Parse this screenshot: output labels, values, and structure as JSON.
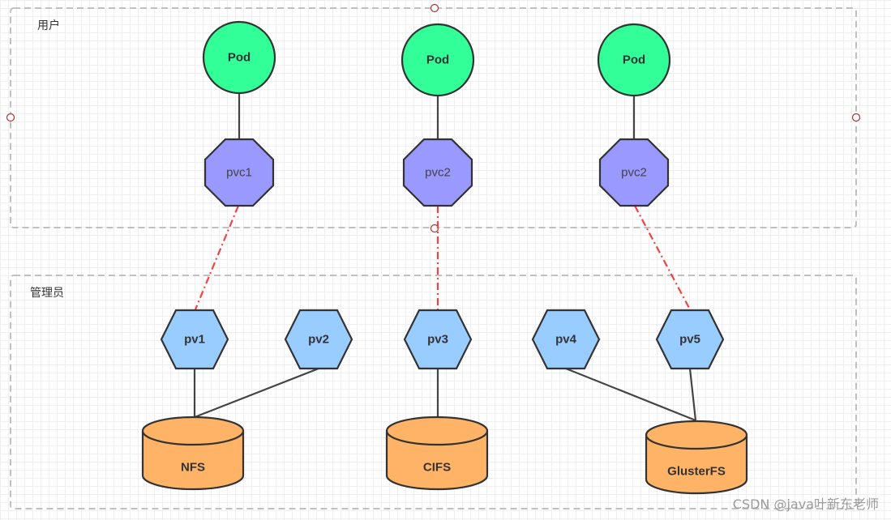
{
  "groups": {
    "user": {
      "label": "用户"
    },
    "admin": {
      "label": "管理员"
    }
  },
  "pods": [
    {
      "label": "Pod"
    },
    {
      "label": "Pod"
    },
    {
      "label": "Pod"
    }
  ],
  "pvcs": [
    {
      "label": "pvc1"
    },
    {
      "label": "pvc2"
    },
    {
      "label": "pvc2"
    }
  ],
  "pvs": [
    {
      "label": "pv1"
    },
    {
      "label": "pv2"
    },
    {
      "label": "pv3"
    },
    {
      "label": "pv4"
    },
    {
      "label": "pv5"
    }
  ],
  "storage": [
    {
      "label": "NFS"
    },
    {
      "label": "CIFS"
    },
    {
      "label": "GlusterFS"
    }
  ],
  "watermark": "CSDN @java叶新东老师",
  "colors": {
    "pod": "#33ff99",
    "pvc": "#9999ff",
    "pv": "#99ccff",
    "storage": "#ffb366",
    "binding_line": "#ee4444",
    "link_line": "#444444",
    "group_border": "#c0c0c0"
  }
}
